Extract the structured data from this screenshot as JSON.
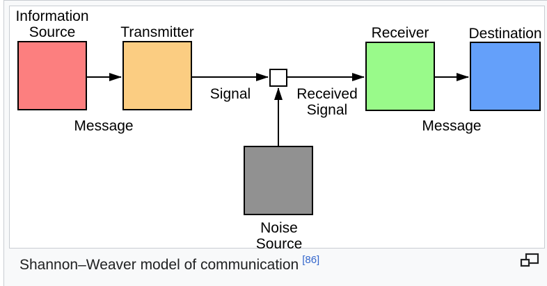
{
  "figure": {
    "caption_text": "Shannon–Weaver model of communication",
    "reference_label": "[86]",
    "colors": {
      "frame_border": "#c8ccd1",
      "figure_background": "#f8f9fa",
      "image_background": "#ffffff",
      "caption_text_color": "#202122",
      "reference_link_color": "#3366cc",
      "icon_stroke": "#202122"
    }
  },
  "diagram": {
    "nodes": [
      {
        "id": "information-source",
        "line1": "Information",
        "line2": "Source",
        "fill": "#fc7f7f"
      },
      {
        "id": "transmitter",
        "line1": "Transmitter",
        "fill": "#fbcd82"
      },
      {
        "id": "channel-junction",
        "line1": "",
        "fill": "#ffffff"
      },
      {
        "id": "receiver",
        "line1": "Receiver",
        "fill": "#99fa8a"
      },
      {
        "id": "destination",
        "line1": "Destination",
        "fill": "#64a0fa"
      },
      {
        "id": "noise-source",
        "line1": "Noise",
        "line2": "Source",
        "fill": "#919191"
      }
    ],
    "edge_labels": {
      "message_left": "Message",
      "signal": "Signal",
      "received_signal_line1": "Received",
      "received_signal_line2": "Signal",
      "message_right": "Message"
    }
  }
}
